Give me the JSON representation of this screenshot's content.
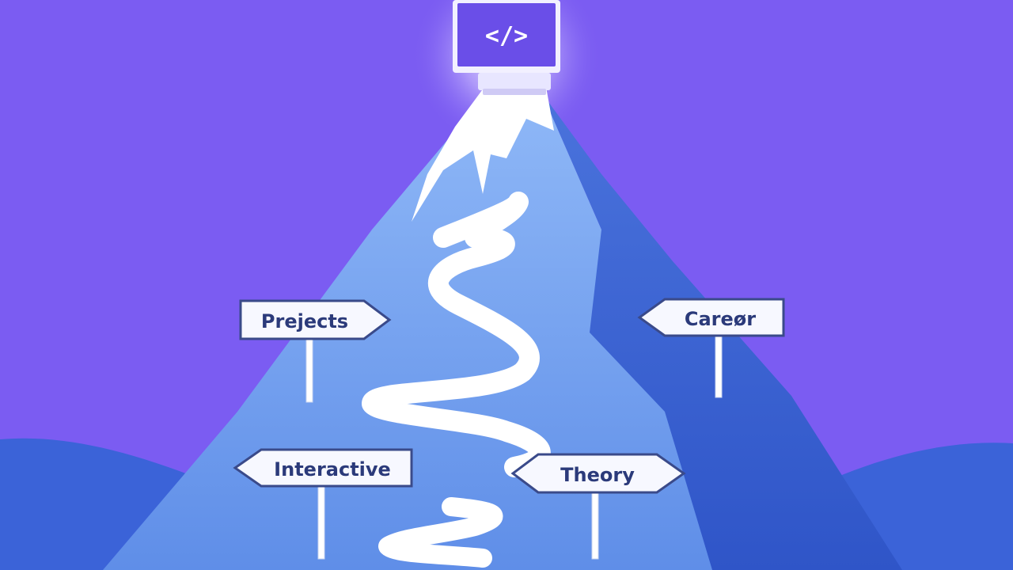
{
  "scene": {
    "monitor": {
      "icon": "code-icon",
      "glyph": "</>"
    },
    "signs": {
      "projects": "Prejects",
      "career": "Careør",
      "interactive": "Interactive",
      "theory": "Theory"
    },
    "colors": {
      "sky": "#7b5cf2",
      "mountain_light": "#6b9cf0",
      "mountain_shadow": "#3f66d6",
      "foreground_hills": "#3b63d8",
      "path": "#ffffff",
      "monitor_screen": "#6a4ee8",
      "sign_text": "#2b3a7a"
    }
  }
}
